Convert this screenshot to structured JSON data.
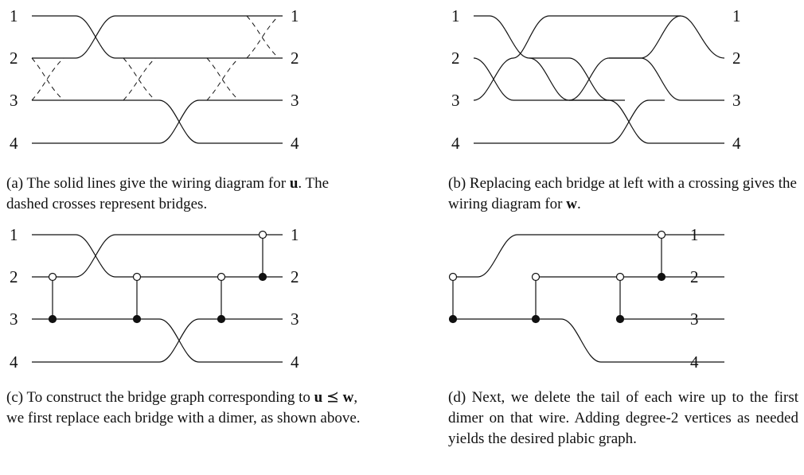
{
  "panels": {
    "a": {
      "left_labels": [
        "1",
        "2",
        "3",
        "4"
      ],
      "right_labels": [
        "1",
        "2",
        "3",
        "4"
      ],
      "caption": {
        "part1": "(a) The solid lines give the wiring diagram for ",
        "u": "u",
        "part2": ". The dashed crosses represent bridges."
      }
    },
    "b": {
      "left_labels": [
        "1",
        "2",
        "3",
        "4"
      ],
      "right_labels": [
        "1",
        "2",
        "3",
        "4"
      ],
      "caption": {
        "part1": "(b) Replacing each bridge at left with a crossing gives the wiring diagram for ",
        "w": "w",
        "part2": "."
      }
    },
    "c": {
      "left_labels": [
        "1",
        "2",
        "3",
        "4"
      ],
      "right_labels": [
        "1",
        "2",
        "3",
        "4"
      ],
      "caption": {
        "part1": "(c) To construct the bridge graph corresponding to ",
        "u": "u",
        "rel": " ⪯ ",
        "w": "w",
        "part2": ", we first replace each bridge with a dimer, as shown above."
      }
    },
    "d": {
      "right_labels": [
        "1",
        "2",
        "3",
        "4"
      ],
      "caption": {
        "text": "(d) Next, we delete the tail of each wire up to the first dimer on that wire. Adding degree-2 vertices as needed yields the desired plabic graph."
      }
    }
  }
}
